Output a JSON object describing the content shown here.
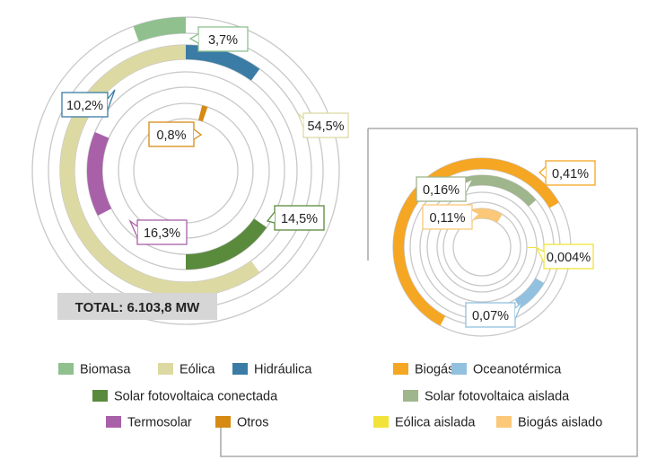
{
  "chart_data": [
    {
      "type": "ring",
      "total_label": "TOTAL: 6.103,8 MW",
      "series": [
        {
          "name": "Biomasa",
          "percent": 3.7,
          "label": "3,7%",
          "color": "#8fc08e"
        },
        {
          "name": "Eólica",
          "percent": 54.5,
          "label": "54,5%",
          "color": "#ddd9a3"
        },
        {
          "name": "Hidráulica",
          "percent": 10.2,
          "label": "10,2%",
          "color": "#3a7ca5"
        },
        {
          "name": "Solar fotovoltaica conectada",
          "percent": 14.5,
          "label": "14,5%",
          "color": "#5a8a3c"
        },
        {
          "name": "Termosolar",
          "percent": 16.3,
          "label": "16,3%",
          "color": "#a861a8"
        },
        {
          "name": "Otros",
          "percent": 0.8,
          "label": "0,8%",
          "color": "#d68a14"
        }
      ],
      "legend": {
        "placement": "bottom"
      }
    },
    {
      "type": "ring",
      "series": [
        {
          "name": "Biogás",
          "percent": 0.41,
          "label": "0,41%",
          "color": "#f5a623"
        },
        {
          "name": "Oceanotérmica",
          "percent": 0.07,
          "label": "0,07%",
          "color": "#92c1e0"
        },
        {
          "name": "Solar fotovoltaica aislada",
          "percent": 0.16,
          "label": "0,16%",
          "color": "#9fb58c"
        },
        {
          "name": "Eólica aislada",
          "percent": 0.004,
          "label": "0,004%",
          "color": "#f2e33a"
        },
        {
          "name": "Biogás aislado",
          "percent": 0.11,
          "label": "0,11%",
          "color": "#fac878"
        }
      ],
      "legend": {
        "placement": "bottom"
      }
    }
  ]
}
